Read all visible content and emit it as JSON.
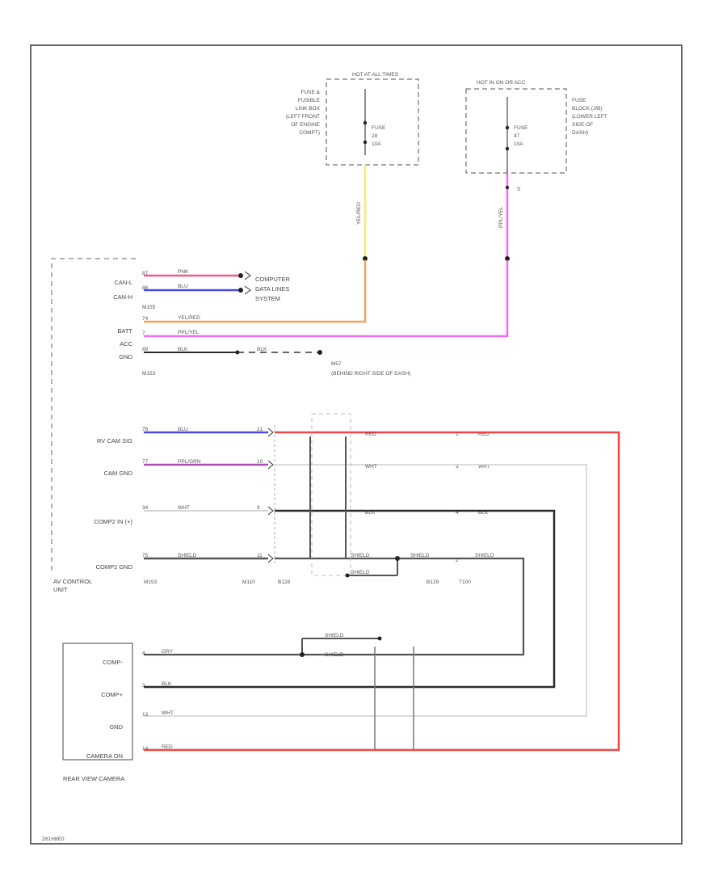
{
  "diagram": {
    "colors": {
      "yellow": "#f2ef6a",
      "orange": "#f7a25a",
      "pink_violet": "#ef6bef",
      "pink": "#ef5b8c",
      "blue": "#4a4ae8",
      "red": "#ee4646",
      "purple_green": "#b04ab8",
      "black": "#2b2b2b",
      "white_wire": "#c8c8c8",
      "shield": "#555555"
    },
    "fuse_boxes": {
      "left": {
        "header": "HOT AT ALL TIMES",
        "location": [
          "FUSE &",
          "FUSIBLE",
          "LINK BOX",
          "(LEFT FRONT",
          "OF ENGINE",
          "COMPT)"
        ],
        "fuse": [
          "FUSE",
          "28",
          "10A"
        ],
        "wire_label": "YEL/RED"
      },
      "right": {
        "header": "HOT IN ON OR ACC",
        "location": [
          "FUSE",
          "BLOCK (J/B)",
          "(LOWER LEFT",
          "SIDE OF",
          "DASH)"
        ],
        "fuse": [
          "FUSE",
          "47",
          "10A"
        ],
        "wire_label": "PPL/YEL",
        "splice_mark": "S"
      }
    },
    "av_control_unit": {
      "name": [
        "AV CONTROL",
        "UNIT"
      ],
      "pins_top": [
        {
          "label": "CAN-L",
          "pin": "87",
          "color": "PNK",
          "wire": "pink"
        },
        {
          "label": "CAN-H",
          "pin": "86",
          "color": "BLU",
          "wire": "blue"
        }
      ],
      "connector_top": "M155",
      "computer_data_lines": [
        "COMPUTER",
        "DATA LINES",
        "SYSTEM"
      ],
      "pins_power": [
        {
          "label": "BATT",
          "pin": "74",
          "color": "YEL/RED",
          "wire": "orange"
        },
        {
          "label": "ACC",
          "pin": "7",
          "color": "PPL/YEL",
          "wire": "pink_violet"
        },
        {
          "label": "GND",
          "pin": "89",
          "color": "BLK",
          "wire": "black"
        }
      ],
      "ground_wire": "BLK",
      "ground_id": "M57",
      "ground_location": "(BEHIND RIGHT SIDE OF DASH)",
      "connector_power": "M153",
      "pins_camera": [
        {
          "label": "RV CAM SIG",
          "pin": "78",
          "color": "BLU",
          "wire": "blue",
          "far_color": "RED",
          "far_pin": "1"
        },
        {
          "label": "CAM GND",
          "pin": "77",
          "color": "PPL/GRN",
          "wire": "purple_green",
          "far_color": "WHT",
          "far_pin": "3"
        },
        {
          "label": "COMP2 IN (+)",
          "pin": "34",
          "color": "WHT",
          "wire": "white_wire",
          "far_color": "BLK",
          "far_pin": "4"
        },
        {
          "label": "COMP2 GND",
          "pin": "75",
          "color": "SHIELD",
          "wire": "shield",
          "far_color": "SHIELD",
          "far_pin": "2"
        }
      ],
      "mid_pins": [
        "21",
        "10",
        "9",
        "11"
      ],
      "mid_colors": [
        "RED",
        "WHT",
        "BLK",
        "SHIELD"
      ],
      "shield_labels": [
        "SHIELD",
        "SHIELD",
        "SHIELD"
      ],
      "connectors_bottom": [
        "M153",
        "M110",
        "B128",
        "B129",
        "T100"
      ]
    },
    "camera": {
      "name": "CAMERA ON",
      "title": "REAR VIEW CAMERA",
      "pins": [
        {
          "label": "COMP-",
          "pin": "4",
          "color": "GRY"
        },
        {
          "label": "COMP+",
          "pin": "3",
          "color": "BLK"
        },
        {
          "label": "GND",
          "pin": "13",
          "color": "WHT"
        },
        {
          "label": "CAMERA ON",
          "pin": "14",
          "color": "RED"
        }
      ],
      "shield_labels": [
        "SHIELD",
        "SHIELD"
      ]
    },
    "footer_code": "Z61H8E0"
  }
}
